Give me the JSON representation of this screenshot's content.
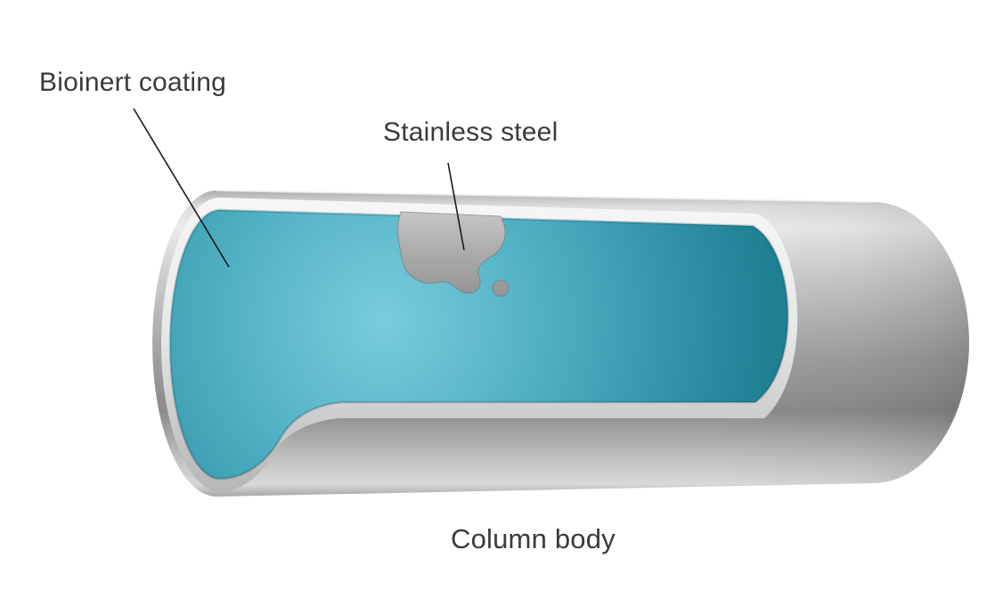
{
  "figure": {
    "labels": {
      "bioinert_coating": "Bioinert coating",
      "stainless_steel": "Stainless steel",
      "column_body": "Column body"
    },
    "colors": {
      "coating_light": "#79ccdc",
      "coating_mid": "#3598ad",
      "coating_dark": "#1f7f93",
      "steel_highlight": "#ebebeb",
      "steel_mid": "#a0a0a0",
      "steel_shadow": "#8b8b8b",
      "steel_patch": "#a8a8a8",
      "rim_light": "#e8e8e8",
      "leader_line": "#1a1a1a",
      "label_text": "#3b3b3b",
      "background": "#ffffff"
    }
  }
}
